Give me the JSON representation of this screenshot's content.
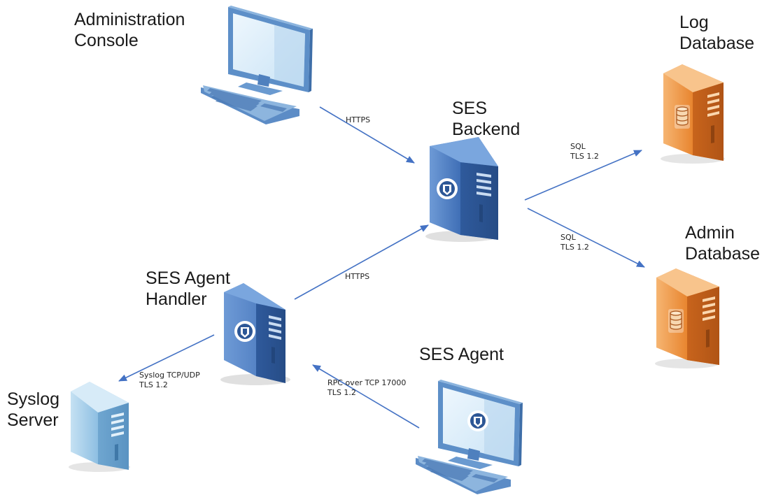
{
  "colors": {
    "arrow": "#4472c4",
    "server_blue": "#4a78c0",
    "server_orange": "#e8852f",
    "server_lightblue": "#9ec8e6",
    "monitor_frame": "#6a9cd0",
    "screen": "#dceefb",
    "keyboard": "#7aa4d2"
  },
  "nodes": {
    "admin_console": {
      "line1": "Administration",
      "line2": "Console",
      "icon": "desktop-computer-icon"
    },
    "ses_backend": {
      "line1": "SES",
      "line2": "Backend",
      "icon": "blue-server-tower-icon"
    },
    "log_database": {
      "line1": "Log",
      "line2": "Database",
      "icon": "database-server-icon"
    },
    "admin_database": {
      "line1": "Admin",
      "line2": "Database",
      "icon": "database-server-icon"
    },
    "agent_handler": {
      "line1": "SES Agent",
      "line2": "Handler",
      "icon": "blue-server-tower-icon"
    },
    "ses_agent": {
      "line1": "SES Agent",
      "icon": "desktop-computer-shield-icon"
    },
    "syslog_server": {
      "line1": "Syslog",
      "line2": "Server",
      "icon": "light-server-tower-icon"
    }
  },
  "edges": {
    "console_to_backend": {
      "line1": "HTTPS"
    },
    "handler_to_backend": {
      "line1": "HTTPS"
    },
    "backend_to_logdb": {
      "line1": "SQL",
      "line2": "TLS 1.2"
    },
    "backend_to_admindb": {
      "line1": "SQL",
      "line2": "TLS 1.2"
    },
    "handler_to_syslog": {
      "line1": "Syslog TCP/UDP",
      "line2": "TLS 1.2"
    },
    "agent_to_handler": {
      "line1": "RPC over TCP 17000",
      "line2": "TLS 1.2"
    }
  }
}
